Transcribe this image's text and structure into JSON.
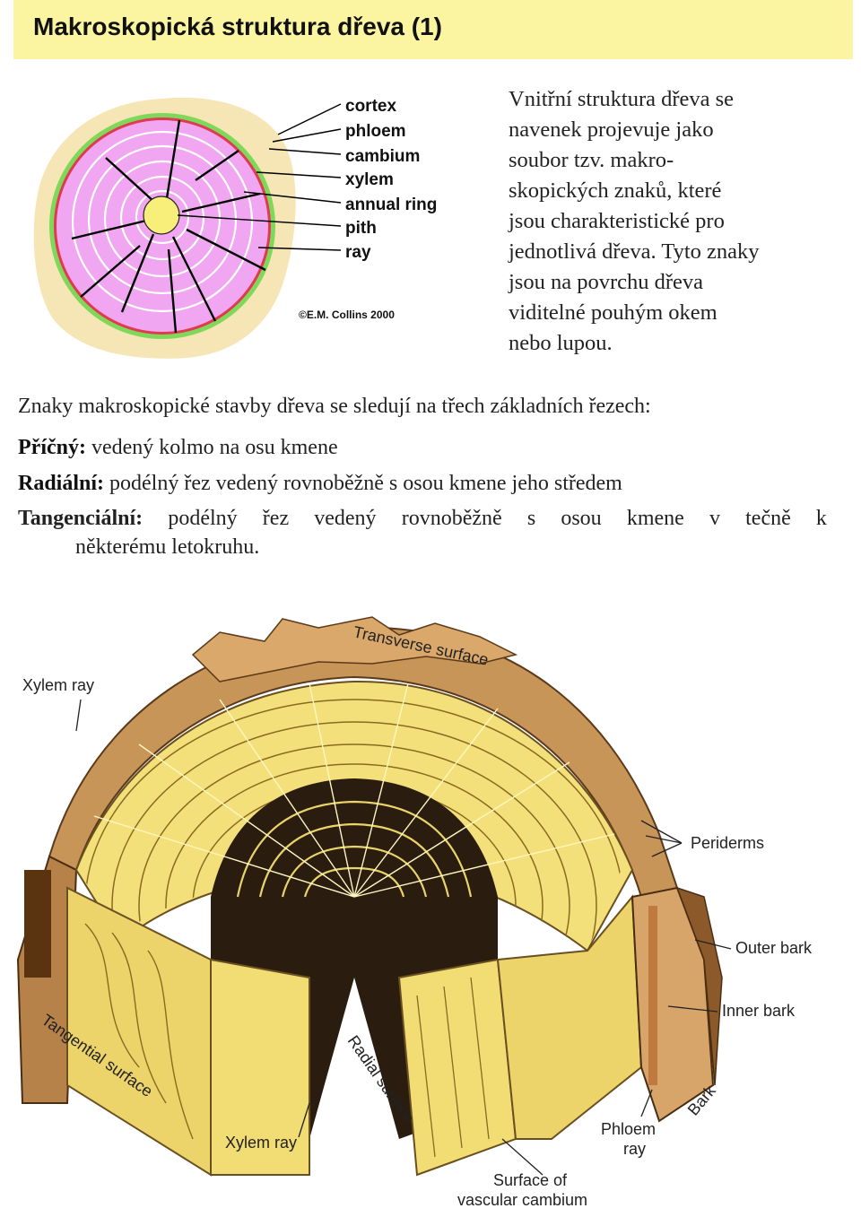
{
  "title": "Makroskopická struktura dřeva (1)",
  "figure1": {
    "labels": [
      "cortex",
      "phloem",
      "cambium",
      "xylem",
      "annual ring",
      "pith",
      "ray"
    ],
    "credit": "©E.M. Collins 2000"
  },
  "intro_lines": [
    "Vnitřní struktura dřeva se",
    "navenek projevuje jako",
    "soubor tzv. makro-",
    "skopických znaků, které",
    "jsou charakteristické pro",
    "jednotlivá dřeva. Tyto znaky",
    "jsou na povrchu dřeva",
    "viditelné pouhým okem",
    "nebo lupou."
  ],
  "paragraph": "Znaky makroskopické stavby dřeva se sledují na třech základních řezech:",
  "sections": [
    {
      "term": "Příčný:",
      "text": " vedený kolmo na osu kmene"
    },
    {
      "term": "Radiální:",
      "text": " podélný řez vedený rovnoběžně s osou kmene jeho středem"
    },
    {
      "term": "Tangenciální:",
      "words": [
        "podélný",
        "řez",
        "vedený",
        "rovnoběžně",
        "s",
        "osou",
        "kmene",
        "v",
        "tečně",
        "k"
      ],
      "continuation": "některému letokruhu."
    }
  ],
  "figure2": {
    "labels": {
      "transverse": "Transverse surface",
      "xylem_ray_top": "Xylem ray",
      "periderms": "Periderms",
      "outer_bark": "Outer bark",
      "inner_bark": "Inner bark",
      "tangential": "Tangential surface",
      "radial": "Radial surface",
      "bark": "Bark",
      "phloem_ray_1": "Phloem",
      "phloem_ray_2": "ray",
      "xylem_ray_bottom": "Xylem ray",
      "vascular_1": "Surface of",
      "vascular_2": "vascular cambium"
    }
  },
  "colors": {
    "title_bg": "#fbf4a0",
    "xylem_pink": "#f0a6f0",
    "phloem_red": "#e03a50",
    "cambium_green": "#7fd85a",
    "cortex_beige": "#f6e6b6",
    "pith_yellow": "#f7ef7a",
    "wood_yellow": "#f4e07a",
    "heartwood_dark": "#2a1d10",
    "bark_brown": "#b7824a"
  }
}
